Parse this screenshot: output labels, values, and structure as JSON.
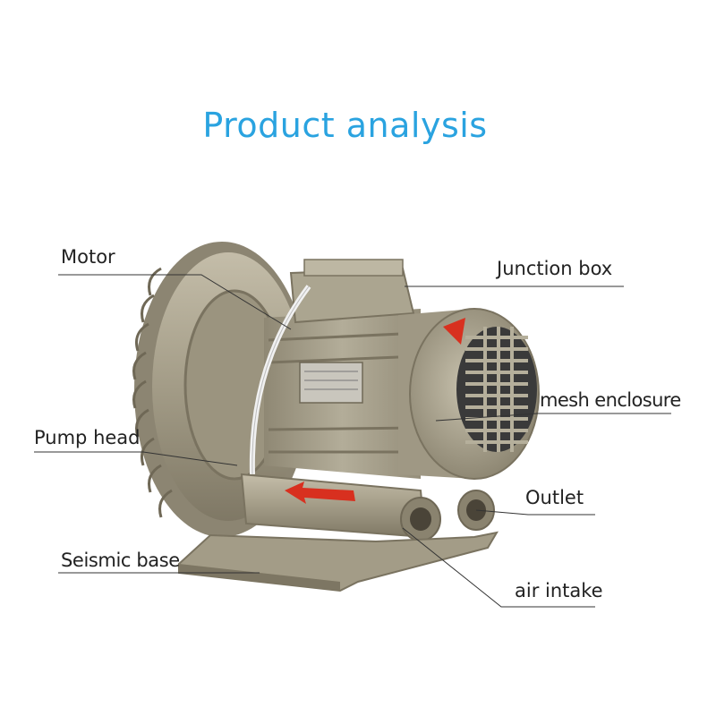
{
  "title": "Product analysis",
  "callouts": {
    "motor": "Motor",
    "junction_box": "Junction box",
    "mesh_enclosure": "mesh enclosure",
    "pump_head": "Pump head",
    "outlet": "Outlet",
    "seismic_base": "Seismic base",
    "air_intake": "air intake"
  },
  "colors": {
    "title": "#2aa3e0",
    "body": "#a39c87",
    "body_shadow": "#7d7663",
    "body_highlight": "#c9c3b1",
    "arrow": "#d8301f",
    "leader": "#333333"
  }
}
